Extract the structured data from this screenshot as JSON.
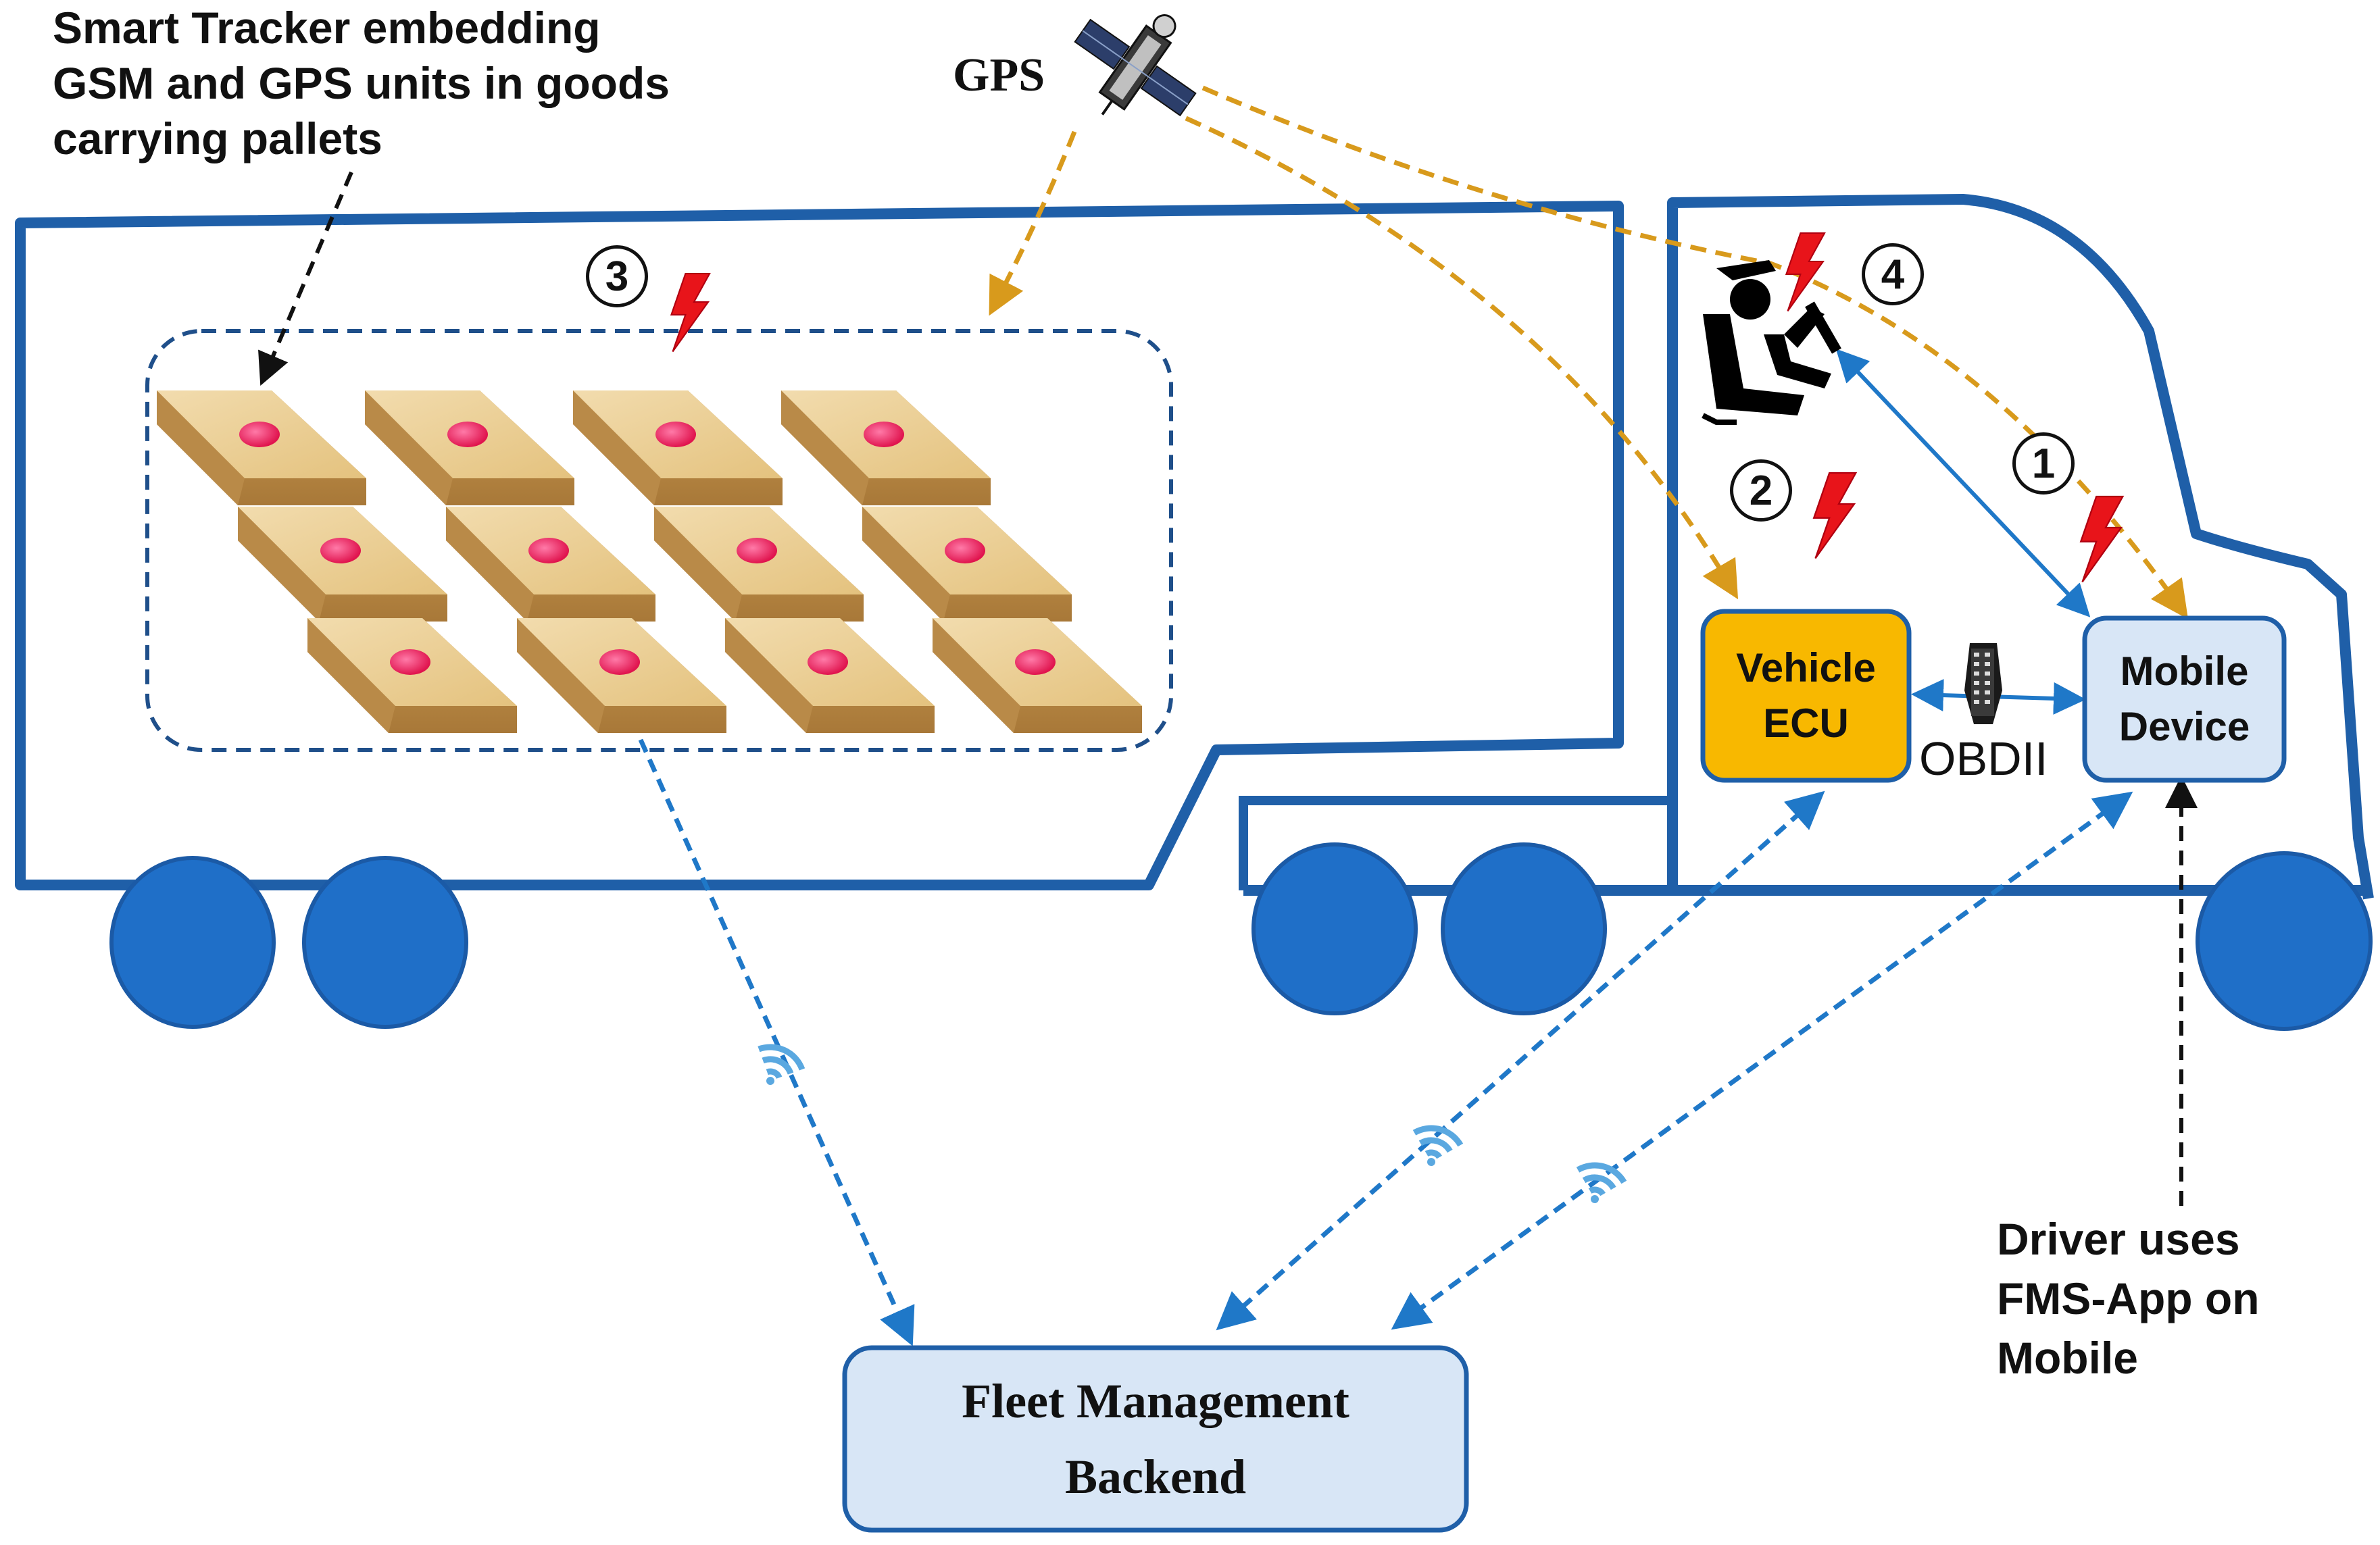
{
  "labels": {
    "tracker_note": [
      "Smart Tracker embedding",
      "GSM and GPS units in goods",
      "carrying pallets"
    ],
    "gps": "GPS",
    "vehicle_ecu": "Vehicle\nECU",
    "mobile_device": "Mobile\nDevice",
    "obd": "OBDII",
    "backend": "Fleet Management\nBackend",
    "driver_note": [
      "Driver uses",
      "FMS-App on",
      "Mobile"
    ]
  },
  "markers": [
    "1",
    "2",
    "3",
    "4"
  ],
  "icons": [
    "satellite-icon",
    "driver-icon",
    "lightning-icon",
    "wifi-signal-icon",
    "obd-connector-icon",
    "pallet-icon"
  ],
  "colors": {
    "truck_outline": "#1f5fa8",
    "wheel": "#1f6fc8",
    "gps_link": "#d89a1c",
    "wireless_link": "#1f78c8",
    "ecu_fill": "#f8b800",
    "device_fill": "#d8e6f6",
    "backend_fill": "#d8e6f6",
    "lightning": "#e8141a",
    "tracker_dot": "#e8245a"
  }
}
